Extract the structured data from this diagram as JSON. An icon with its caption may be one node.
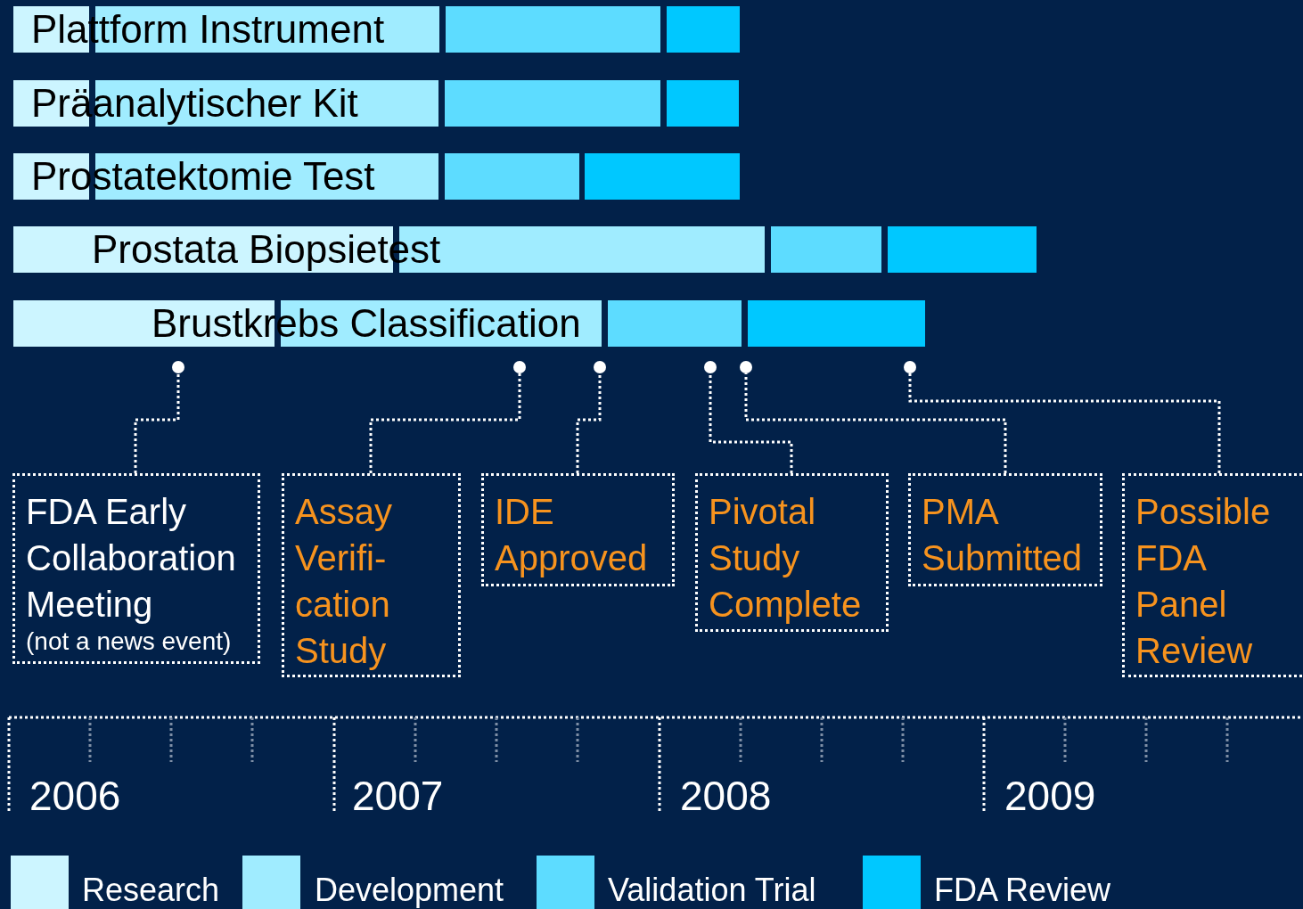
{
  "diagram": {
    "nodes": [
      {
        "text": [
          "Plattform Instrument"
        ]
      },
      {
        "text": [
          "Präanalytischer Kit"
        ]
      },
      {
        "text": [
          "Prostatektomie Test"
        ]
      },
      {
        "text": [
          "Prostata Biopsietest"
        ]
      },
      {
        "text": [
          "Brustkrebs Classification"
        ]
      },
      {
        "text": [],
        "shape": "circle"
      },
      {
        "text": [],
        "shape": "circle"
      },
      {
        "text": [],
        "shape": "circle"
      },
      {
        "text": [],
        "shape": "circle"
      },
      {
        "text": [],
        "shape": "circle"
      },
      {
        "text": [],
        "shape": "circle"
      },
      {
        "text": [
          "FDA Early Collaboration Meeting",
          "(not a news event)"
        ]
      },
      {
        "text": [
          "Assay Verifi-cation Study"
        ]
      },
      {
        "text": [
          "IDE Approved"
        ]
      },
      {
        "text": [
          "Pivotal Study Complete"
        ]
      },
      {
        "text": [
          "PMA Submitted"
        ]
      },
      {
        "text": [
          "Possible FDA Panel Review"
        ]
      }
    ],
    "edges": [
      {
        "from": 11,
        "to": 5,
        "arrow": "none"
      },
      {
        "from": 12,
        "to": 6,
        "arrow": "none"
      },
      {
        "from": 13,
        "to": 7,
        "arrow": "none"
      },
      {
        "from": 14,
        "to": 8,
        "arrow": "none"
      },
      {
        "from": 15,
        "to": 9,
        "arrow": "none"
      },
      {
        "from": 16,
        "to": 10,
        "arrow": "none"
      }
    ],
    "labels": [
      "2006",
      "2007",
      "2008",
      "2009"
    ],
    "legend": [
      {
        "text": "Research",
        "color": "#ccf5ff"
      },
      {
        "text": "Development",
        "color": "#a0ecff"
      },
      {
        "text": "Validation Trial",
        "color": "#5ddcff"
      },
      {
        "text": "FDA Review",
        "color": "#00c8ff"
      }
    ]
  }
}
